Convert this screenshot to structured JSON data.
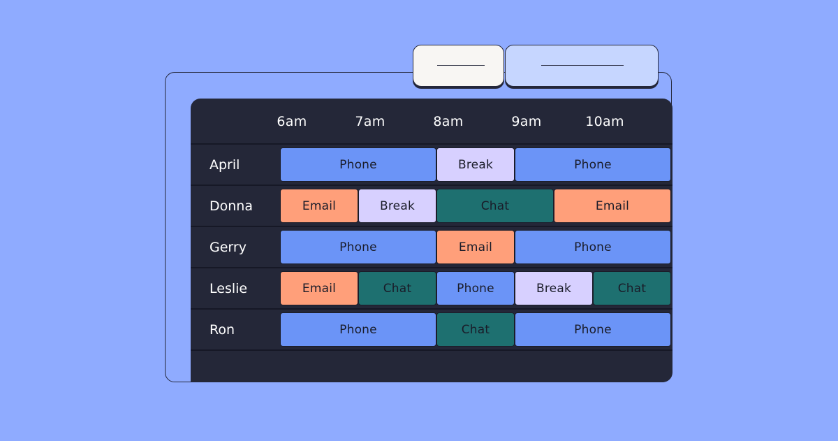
{
  "hours": [
    "6am",
    "7am",
    "8am",
    "9am",
    "10am"
  ],
  "colors": {
    "Phone": "#6b94f7",
    "Break": "#d7d0ff",
    "Email": "#ff9f7a",
    "Chat": "#1e7070"
  },
  "rows": [
    {
      "name": "April",
      "blocks": [
        {
          "label": "Phone",
          "start": 6,
          "end": 8
        },
        {
          "label": "Break",
          "start": 8,
          "end": 9
        },
        {
          "label": "Phone",
          "start": 9,
          "end": 11
        }
      ]
    },
    {
      "name": "Donna",
      "blocks": [
        {
          "label": "Email",
          "start": 6,
          "end": 7
        },
        {
          "label": "Break",
          "start": 7,
          "end": 8
        },
        {
          "label": "Chat",
          "start": 8,
          "end": 9.5
        },
        {
          "label": "Email",
          "start": 9.5,
          "end": 11
        }
      ]
    },
    {
      "name": "Gerry",
      "blocks": [
        {
          "label": "Phone",
          "start": 6,
          "end": 8
        },
        {
          "label": "Email",
          "start": 8,
          "end": 9
        },
        {
          "label": "Phone",
          "start": 9,
          "end": 11
        }
      ]
    },
    {
      "name": "Leslie",
      "blocks": [
        {
          "label": "Email",
          "start": 6,
          "end": 7
        },
        {
          "label": "Chat",
          "start": 7,
          "end": 8
        },
        {
          "label": "Phone",
          "start": 8,
          "end": 9
        },
        {
          "label": "Break",
          "start": 9,
          "end": 10
        },
        {
          "label": "Chat",
          "start": 10,
          "end": 11
        }
      ]
    },
    {
      "name": "Ron",
      "blocks": [
        {
          "label": "Phone",
          "start": 6,
          "end": 8
        },
        {
          "label": "Chat",
          "start": 8,
          "end": 9
        },
        {
          "label": "Phone",
          "start": 9,
          "end": 11
        }
      ]
    }
  ]
}
